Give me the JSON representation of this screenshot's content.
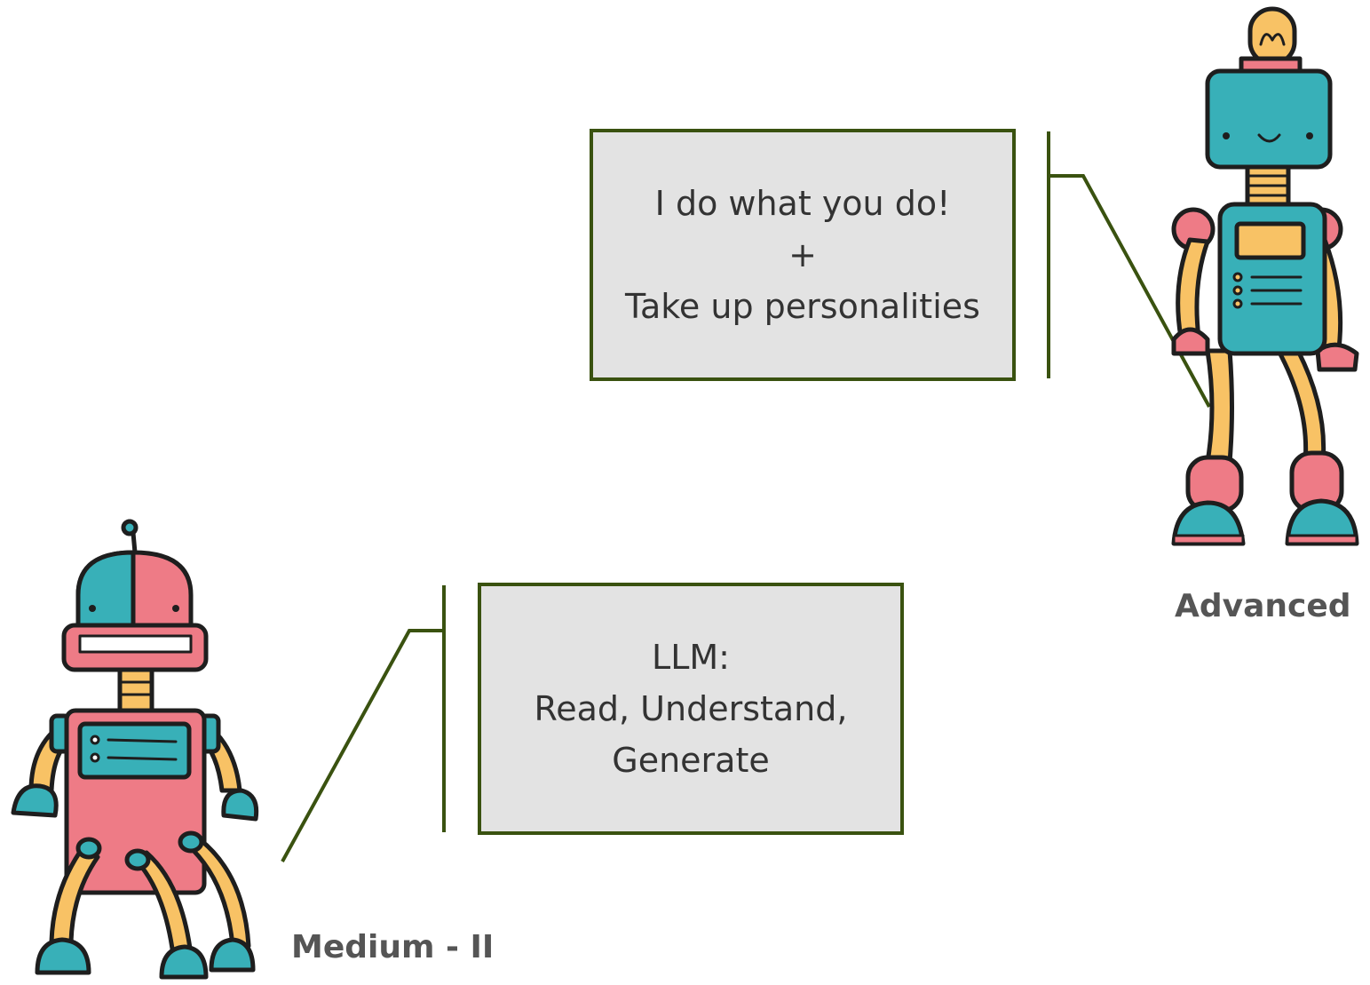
{
  "colors": {
    "teal": "#38b0b8",
    "pink": "#ee7b86",
    "yellow": "#f8c265",
    "box_fill": "#e3e3e3",
    "box_border": "#3a5210",
    "caption": "#555555"
  },
  "advanced": {
    "label": "Advanced",
    "callout_lines": [
      "I do what you do!",
      "+",
      "Take up personalities"
    ]
  },
  "medium": {
    "label": "Medium - II",
    "callout_lines": [
      "LLM:",
      "Read, Understand,",
      "Generate"
    ]
  }
}
